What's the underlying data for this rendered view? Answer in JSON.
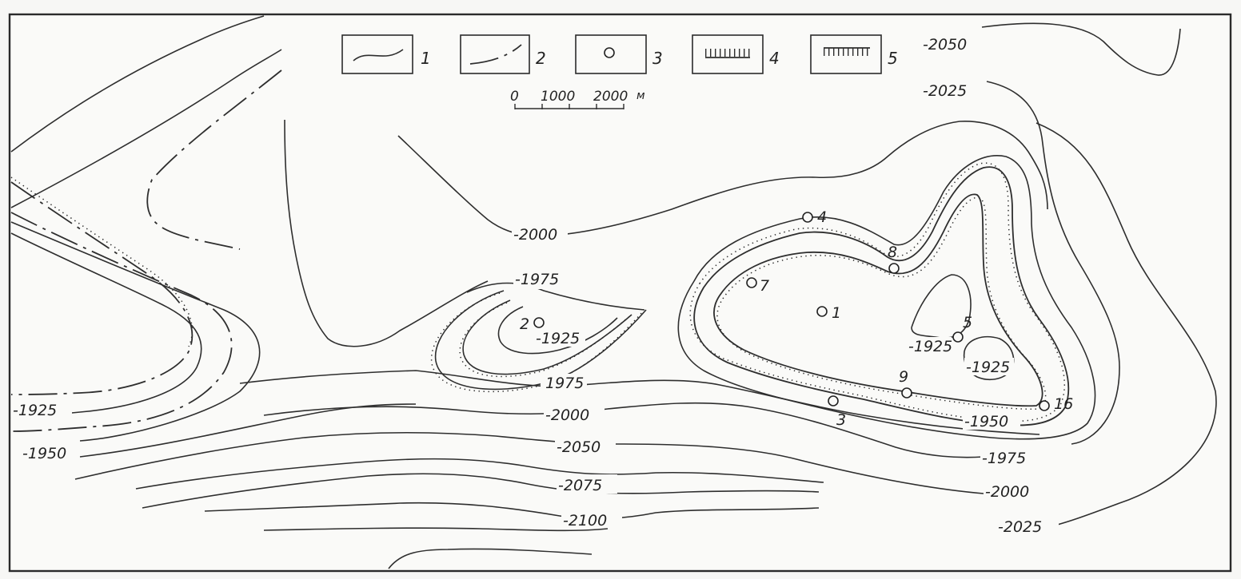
{
  "legend": {
    "items": [
      {
        "number": "1",
        "symbol": "solid-contour-line"
      },
      {
        "number": "2",
        "symbol": "dash-dot-line"
      },
      {
        "number": "3",
        "symbol": "well-circle"
      },
      {
        "number": "4",
        "symbol": "hatched-line-ticks-up"
      },
      {
        "number": "5",
        "symbol": "hatched-line-ticks-down"
      }
    ]
  },
  "scale": {
    "labels": [
      "0",
      "1000",
      "2000"
    ],
    "unit": "м"
  },
  "contour_labels": {
    "c2050_top": "-2050",
    "c2025_top": "-2025",
    "c2000_mid": "-2000",
    "c1975_mid": "-1975",
    "c1925_small": "-1925",
    "c1975_low": "1975",
    "c2000_low": "-2000",
    "c2050_low": "-2050",
    "c2075_low": "-2075",
    "c2100_low": "-2100",
    "c1925_west": "-1925",
    "c1950_west": "-1950",
    "c1925_east_a": "-1925",
    "c1925_east_b": "-1925",
    "c1950_east": "-1950",
    "c1975_east": "-1975",
    "c2000_east": "-2000",
    "c2025_east": "-2025"
  },
  "wells": [
    {
      "id": "1",
      "label": "1"
    },
    {
      "id": "2",
      "label": "2"
    },
    {
      "id": "3",
      "label": "3"
    },
    {
      "id": "4",
      "label": "4"
    },
    {
      "id": "5",
      "label": "5"
    },
    {
      "id": "7",
      "label": "7"
    },
    {
      "id": "8",
      "label": "8"
    },
    {
      "id": "9",
      "label": "9"
    },
    {
      "id": "16",
      "label": "16"
    }
  ]
}
